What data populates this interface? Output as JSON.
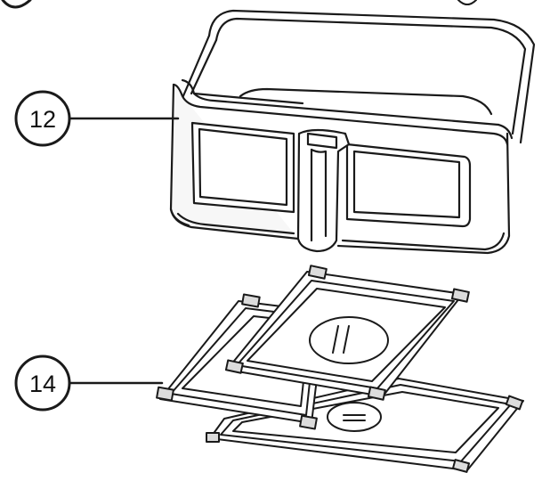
{
  "diagram": {
    "callouts": [
      {
        "id": "12",
        "label": "12"
      },
      {
        "id": "14",
        "label": "14"
      }
    ],
    "parts": [
      {
        "callout": "12",
        "icon": "basket-drawer-icon"
      },
      {
        "callout": "14",
        "icon": "crisper-plate-icon"
      }
    ],
    "colors": {
      "line": "#1a1a1a",
      "fill": "#ffffff",
      "shade": "#f2f2f2"
    }
  }
}
